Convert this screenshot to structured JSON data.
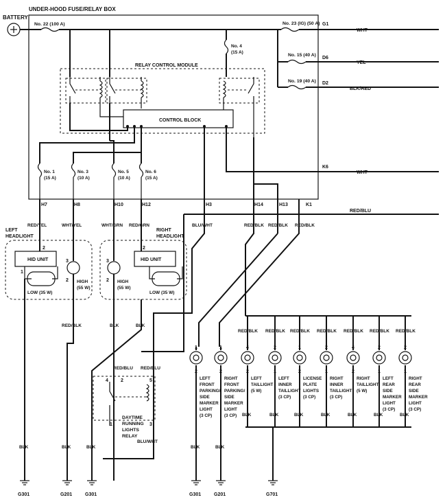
{
  "title": "UNDER-HOOD FUSE/RELAY BOX",
  "battery": "BATTERY",
  "relay_module": "RELAY CONTROL MODULE",
  "control_block": "CONTROL BLOCK",
  "fuses": {
    "f22": [
      "No. 22 (100 A)"
    ],
    "f23": [
      "No. 23 (IG) (50 A)"
    ],
    "f4": [
      "No. 4",
      "(15 A)"
    ],
    "f15": [
      "No. 15 (40 A)"
    ],
    "f19": [
      "No. 19 (40 A)"
    ],
    "f1": [
      "No. 1",
      "(15 A)"
    ],
    "f3": [
      "No. 3",
      "(10 A)"
    ],
    "f5": [
      "No. 5",
      "(10 A)"
    ],
    "f6": [
      "No. 6",
      "(15 A)"
    ]
  },
  "terminals": {
    "G1": "G1",
    "D6": "D6",
    "D2": "D2",
    "K6": "K6",
    "H7": "H7",
    "H8": "H8",
    "H10": "H10",
    "H12": "H12",
    "H3": "H3",
    "H14": "H14",
    "H13": "H13",
    "K1": "K1"
  },
  "wires": {
    "g1": "WHT",
    "d6": "YEL",
    "d2": "BLK/RED",
    "k6": "WHT",
    "redblu": "RED/BLU",
    "h7": "RED/YEL",
    "h8": "WHT/YEL",
    "h10": "WHT/GRN",
    "h12": "RED/GRN",
    "h3": "BLU/WHT",
    "h14": "RED/BLK",
    "h13": "RED/BLK",
    "k1": "RED/BLK",
    "redblk": "RED/BLK",
    "blk": "BLK",
    "redblu_drl": "RED/BLU",
    "bluwht": "BLU/WHT"
  },
  "headlights": {
    "left_title": [
      "LEFT",
      "HEADLIGHT"
    ],
    "right_title": [
      "RIGHT",
      "HEADLIGHT"
    ],
    "hid": "HID UNIT",
    "low": "LOW (35 W)",
    "high": [
      "HIGH",
      "(55 W)"
    ]
  },
  "drl": [
    "DAYTIME",
    "RUNNING",
    "LIGHTS",
    "RELAY"
  ],
  "lamps": [
    {
      "label": [
        "LEFT",
        "FRONT",
        "PARKING/",
        "SIDE",
        "MARKER",
        "LIGHT",
        "(3 CP)"
      ],
      "pin_top": "1",
      "pin_bot": "2"
    },
    {
      "label": [
        "RIGHT",
        "FRONT",
        "PARKING/",
        "SIDE",
        "MARKER",
        "LIGHT",
        "(3 CP)"
      ],
      "pin_top": "1",
      "pin_bot": "2"
    },
    {
      "label": [
        "LEFT",
        "TAILLIGHT",
        "(5 W)"
      ],
      "pin_top": "4",
      "pin_bot": "2"
    },
    {
      "label": [
        "LEFT",
        "INNER",
        "TAILLIGHT",
        "(3 CP)"
      ],
      "pin_top": "2",
      "pin_bot": "1"
    },
    {
      "label": [
        "LICENSE",
        "PLATE",
        "LIGHTS",
        "(3 CP)"
      ],
      "pin_top": "1",
      "pin_bot": "2"
    },
    {
      "label": [
        "RIGHT",
        "INNER",
        "TAILLIGHT",
        "(3 CP)"
      ],
      "pin_top": "2",
      "pin_bot": "1"
    },
    {
      "label": [
        "RIGHT",
        "TAILLIGHT",
        "(5 W)"
      ],
      "pin_top": "4",
      "pin_bot": "2"
    },
    {
      "label": [
        "LEFT",
        "REAR",
        "SIDE",
        "MARKER",
        "LIGHT",
        "(3 CP)"
      ],
      "pin_top": "2",
      "pin_bot": "1"
    },
    {
      "label": [
        "RIGHT",
        "REAR",
        "SIDE",
        "MARKER",
        "LIGHT",
        "(3 CP)"
      ],
      "pin_top": "2",
      "pin_bot": "1"
    }
  ],
  "grounds": [
    "G301",
    "G201",
    "G301",
    "G301",
    "G201",
    "G701"
  ]
}
